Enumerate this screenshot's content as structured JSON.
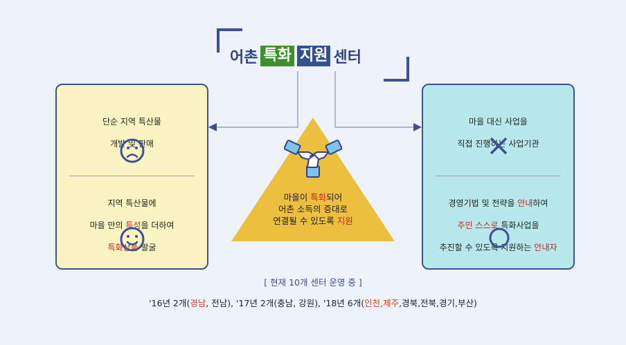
{
  "title": {
    "prefix": "어촌",
    "highlight1": "특화",
    "highlight2": "지원",
    "suffix": "센터",
    "green": "#3f8f2c",
    "blue": "#34508e"
  },
  "left_box": {
    "top_line1": "단순 지역 특산물",
    "top_line2": "개발 및 판매",
    "top_icon": "sad-face-icon",
    "bottom_line1": "지역 특산물에",
    "bottom_line2a": "마을 만의 ",
    "bottom_line2b": "특성",
    "bottom_line2c": "을 더하여",
    "bottom_line3a": "특화상품",
    "bottom_line3b": " 발굴",
    "bottom_icon": "smile-face-icon"
  },
  "center": {
    "line1a": "마을이 ",
    "line1b": "특화",
    "line1c": "되어",
    "line2": "어촌 소득의 증대로",
    "line3a": "연결될 수 있도록 ",
    "line3b": "지원",
    "icon": "joined-hands-icon"
  },
  "right_box": {
    "top_line1": "마을 대신 사업을",
    "top_line2": "직접 진행하는 사업기관",
    "top_icon": "cross-icon",
    "bottom_line1a": "경영기법 및 전략을 ",
    "bottom_line1b": "안내",
    "bottom_line1c": "하여",
    "bottom_line2a": "주민 스스로",
    "bottom_line2b": " 특화사업을",
    "bottom_line3a": "추진할 수 있도록 지원하는 ",
    "bottom_line3b": "안내자",
    "bottom_icon": "circle-icon"
  },
  "status": "[ 현재 10개 센터 운영 중 ]",
  "info": {
    "p1": "'16년 2개(",
    "p2": "경남",
    "p3": ", 전남), '17년 2개(충남, 강원), '18년 6개(",
    "p4": "인천,제주",
    "p5": ",경북,전북,경기,부산)"
  },
  "colors": {
    "background": "#eef2fa",
    "left_box": "#faf3c2",
    "right_box": "#b8e8ec",
    "triangle": "#ecbf3f",
    "accent_red": "#c2261c",
    "accent_orange": "#d8441c",
    "navy": "#3c5193"
  }
}
